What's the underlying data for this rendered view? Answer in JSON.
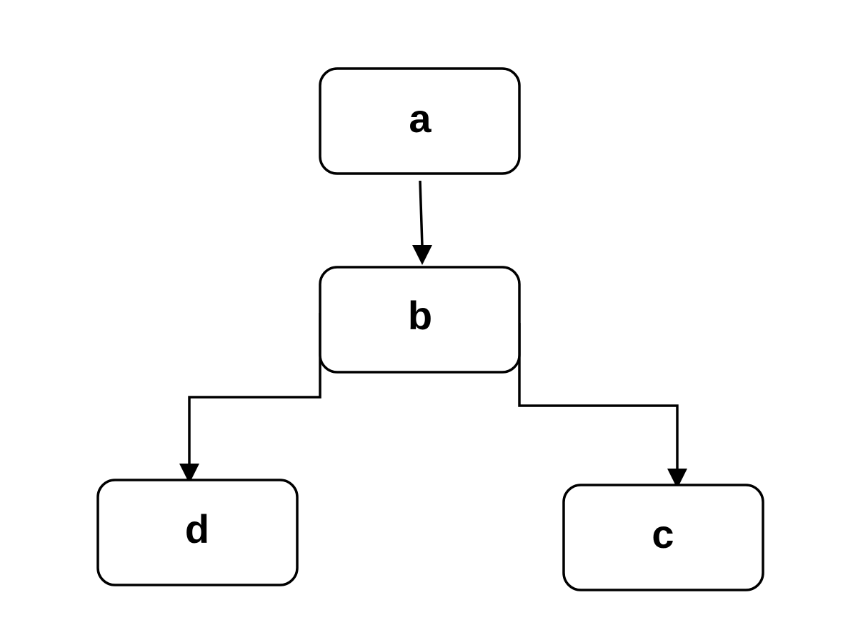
{
  "nodes": {
    "a": {
      "label": "a"
    },
    "b": {
      "label": "b"
    },
    "c": {
      "label": "c"
    },
    "d": {
      "label": "d"
    }
  },
  "edges": [
    {
      "from": "a",
      "to": "b"
    },
    {
      "from": "b",
      "to": "d"
    },
    {
      "from": "b",
      "to": "c"
    }
  ],
  "colors": {
    "stroke": "#000000",
    "background": "#ffffff"
  }
}
